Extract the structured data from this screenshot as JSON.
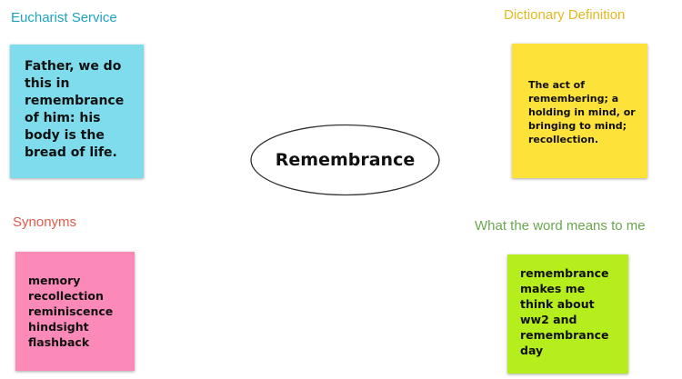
{
  "center": {
    "label": "Remembrance"
  },
  "sections": {
    "eucharist": {
      "heading": "Eucharist Service",
      "note": "Father, we do\nthis in\nremembrance\nof him: his\nbody is the\nbread of life.",
      "heading_color": "#1fa3c2",
      "note_color": "#7fdcec"
    },
    "dictionary": {
      "heading": "Dictionary Definition",
      "note": "The act of\nremembering; a\nholding in mind, or\nbringing to mind;\nrecollection.",
      "heading_color": "#e6b820",
      "note_color": "#fde23a"
    },
    "synonyms": {
      "heading": "Synonyms",
      "note": "memory\nrecollection\nreminiscence\nhindsight\nflashback",
      "heading_color": "#e35a4a",
      "note_color": "#fc8ab8"
    },
    "meaning": {
      "heading": "What the word means to me",
      "note": "remembrance\nmakes me\nthink about\nww2 and\nremembrance\nday",
      "heading_color": "#6aa84f",
      "note_color": "#b6ee1d"
    }
  }
}
